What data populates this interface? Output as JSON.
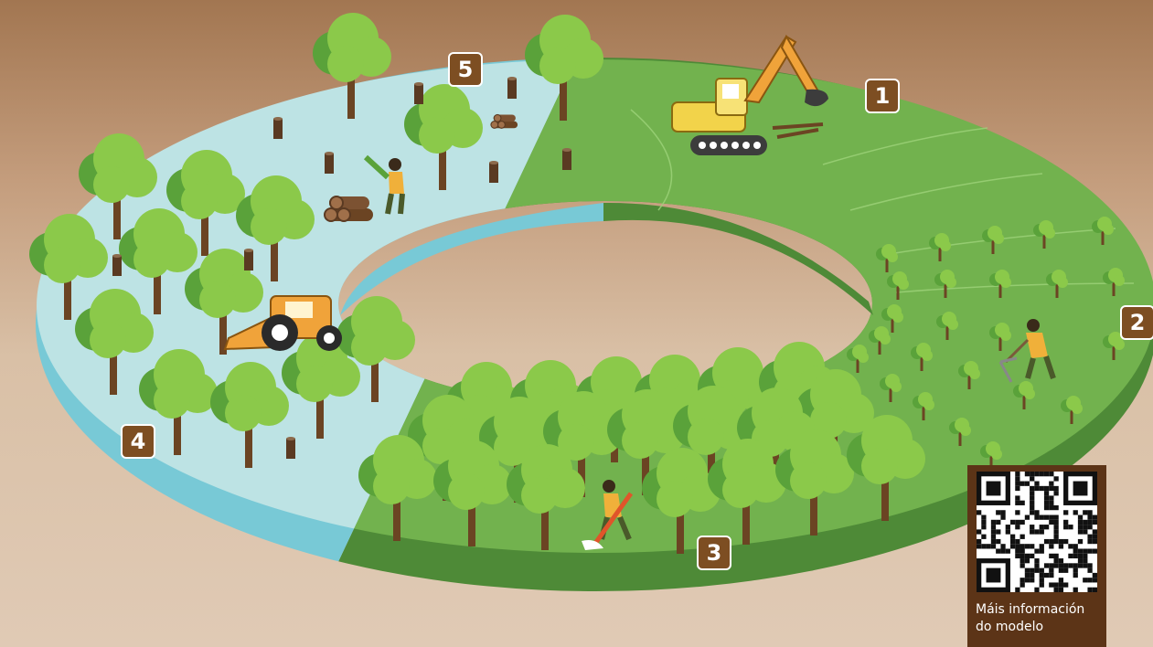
{
  "stages": [
    {
      "number": "1",
      "name": "site-preparation"
    },
    {
      "number": "2",
      "name": "planting"
    },
    {
      "number": "3",
      "name": "maintenance"
    },
    {
      "number": "4",
      "name": "thinning"
    },
    {
      "number": "5",
      "name": "harvest"
    }
  ],
  "qr": {
    "caption_line1": "Máis información",
    "caption_line2": "do modelo"
  },
  "colors": {
    "green_segment": "#72b24e",
    "green_rim": "#4e8a37",
    "blue_segment": "#bde3e4",
    "blue_rim": "#78c9d6",
    "badge": "#7d4e22",
    "qr_panel": "#5c3417"
  }
}
